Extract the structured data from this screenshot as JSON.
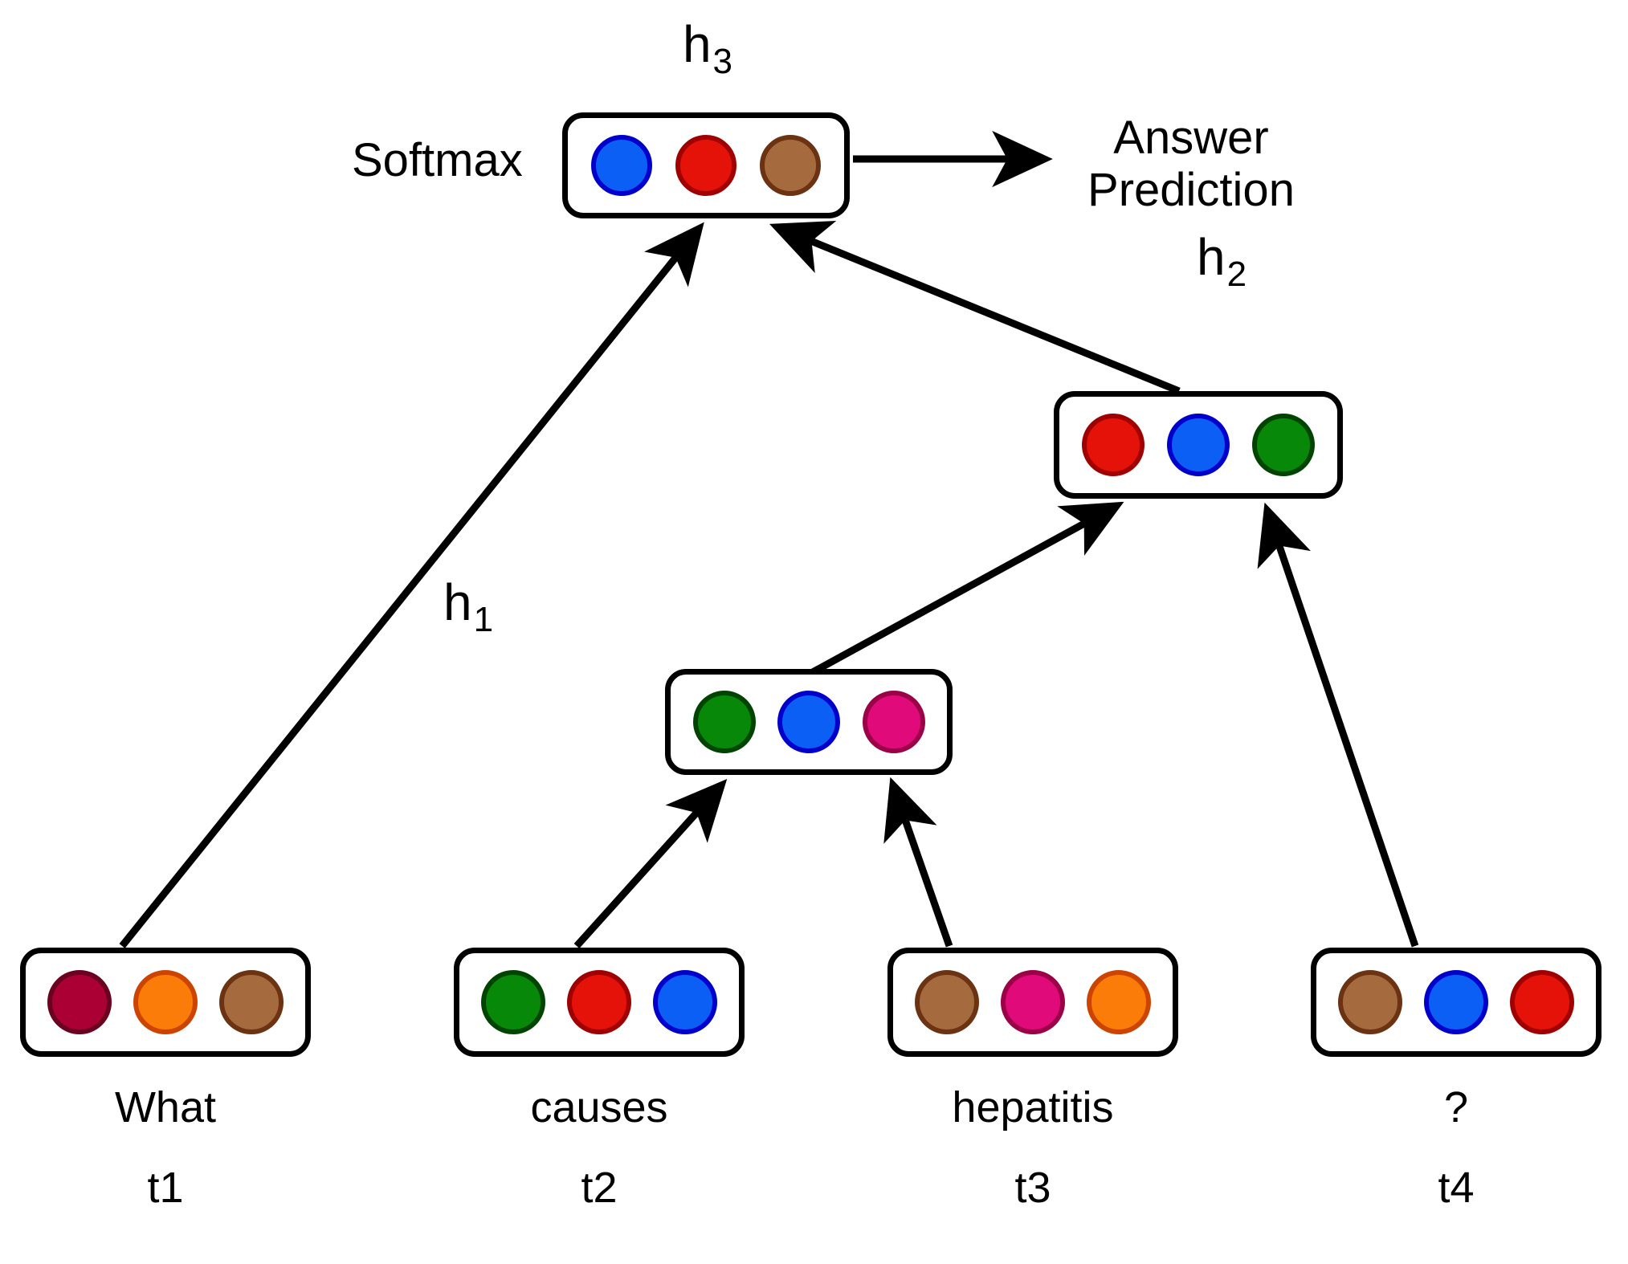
{
  "diagram": {
    "title_text": "",
    "softmax_label": "Softmax",
    "answer_line1": "Answer",
    "answer_line2": "Prediction",
    "h1_label": "h",
    "h1_sub": "1",
    "h2_label": "h",
    "h2_sub": "2",
    "h3_label": "h",
    "h3_sub": "3"
  },
  "palette": {
    "black": "#000000",
    "white": "#ffffff",
    "blue": "#0b5ff5",
    "blue_stroke": "#0000cc",
    "red": "#e41208",
    "red_stroke": "#a00000",
    "brown": "#a56a3e",
    "brown_stroke": "#6b3312",
    "green": "#088808",
    "green_stroke": "#004400",
    "magenta": "#e00a7a",
    "magenta_stroke": "#9c0047",
    "orange": "#fb7c08",
    "orange_stroke": "#cc4400",
    "crimson": "#aa0033",
    "crimson_stroke": "#6b0020"
  },
  "boxes": {
    "h3": {
      "name": "h3",
      "cells": [
        {
          "color": "#0b5ff5",
          "stroke": "#0000cc",
          "name": "blue"
        },
        {
          "color": "#e41208",
          "stroke": "#a00000",
          "name": "red"
        },
        {
          "color": "#a56a3e",
          "stroke": "#6b3312",
          "name": "brown"
        }
      ]
    },
    "h2": {
      "name": "h2",
      "cells": [
        {
          "color": "#e41208",
          "stroke": "#a00000",
          "name": "red"
        },
        {
          "color": "#0b5ff5",
          "stroke": "#0000cc",
          "name": "blue"
        },
        {
          "color": "#088808",
          "stroke": "#004400",
          "name": "green"
        }
      ]
    },
    "hmid": {
      "name": "hidden-mid",
      "cells": [
        {
          "color": "#088808",
          "stroke": "#004400",
          "name": "green"
        },
        {
          "color": "#0b5ff5",
          "stroke": "#0000cc",
          "name": "blue"
        },
        {
          "color": "#e00a7a",
          "stroke": "#9c0047",
          "name": "magenta"
        }
      ]
    },
    "t1": {
      "name": "token-1",
      "word": "What",
      "time": "t1",
      "cells": [
        {
          "color": "#aa0033",
          "stroke": "#6b0020",
          "name": "crimson"
        },
        {
          "color": "#fb7c08",
          "stroke": "#cc4400",
          "name": "orange"
        },
        {
          "color": "#a56a3e",
          "stroke": "#6b3312",
          "name": "brown"
        }
      ]
    },
    "t2": {
      "name": "token-2",
      "word": "causes",
      "time": "t2",
      "cells": [
        {
          "color": "#088808",
          "stroke": "#004400",
          "name": "green"
        },
        {
          "color": "#e41208",
          "stroke": "#a00000",
          "name": "red"
        },
        {
          "color": "#0b5ff5",
          "stroke": "#0000cc",
          "name": "blue"
        }
      ]
    },
    "t3": {
      "name": "token-3",
      "word": "hepatitis",
      "time": "t3",
      "cells": [
        {
          "color": "#a56a3e",
          "stroke": "#6b3312",
          "name": "brown"
        },
        {
          "color": "#e00a7a",
          "stroke": "#9c0047",
          "name": "magenta"
        },
        {
          "color": "#fb7c08",
          "stroke": "#cc4400",
          "name": "orange"
        }
      ]
    },
    "t4": {
      "name": "token-4",
      "word": "?",
      "time": "t4",
      "cells": [
        {
          "color": "#a56a3e",
          "stroke": "#6b3312",
          "name": "brown"
        },
        {
          "color": "#0b5ff5",
          "stroke": "#0000cc",
          "name": "blue"
        },
        {
          "color": "#e41208",
          "stroke": "#a00000",
          "name": "red"
        }
      ]
    }
  },
  "edges": [
    {
      "name": "t1-to-h3",
      "from": "token-1",
      "to": "h3",
      "label": "h1"
    },
    {
      "name": "t2-to-hmid",
      "from": "token-2",
      "to": "hidden-mid",
      "label": ""
    },
    {
      "name": "t3-to-hmid",
      "from": "token-3",
      "to": "hidden-mid",
      "label": ""
    },
    {
      "name": "hmid-to-h2",
      "from": "hidden-mid",
      "to": "h2",
      "label": ""
    },
    {
      "name": "t4-to-h2",
      "from": "token-4",
      "to": "h2",
      "label": ""
    },
    {
      "name": "h2-to-h3",
      "from": "h2",
      "to": "h3",
      "label": ""
    },
    {
      "name": "h3-to-answer",
      "from": "h3",
      "to": "answer-prediction",
      "label": ""
    }
  ]
}
